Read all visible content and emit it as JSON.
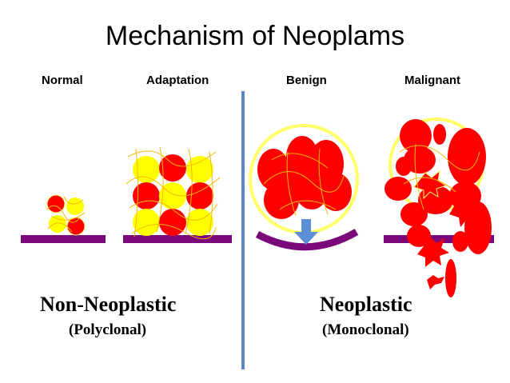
{
  "title": "Mechanism of Neoplams",
  "stages": {
    "normal": "Normal",
    "adaptation": "Adaptation",
    "benign": "Benign",
    "malignant": "Malignant"
  },
  "groups": {
    "non_neoplastic": {
      "label": "Non-Neoplastic",
      "sub": "(Polyclonal)"
    },
    "neoplastic": {
      "label": "Neoplastic",
      "sub": "(Monoclonal)"
    }
  },
  "colors": {
    "red_cell": "#ff0000",
    "yellow_cell": "#ffff00",
    "membrane": "#7a0a7a",
    "divider": "#5b87c5",
    "capsule": "#ffff66",
    "arrow": "#5b8fd6"
  }
}
